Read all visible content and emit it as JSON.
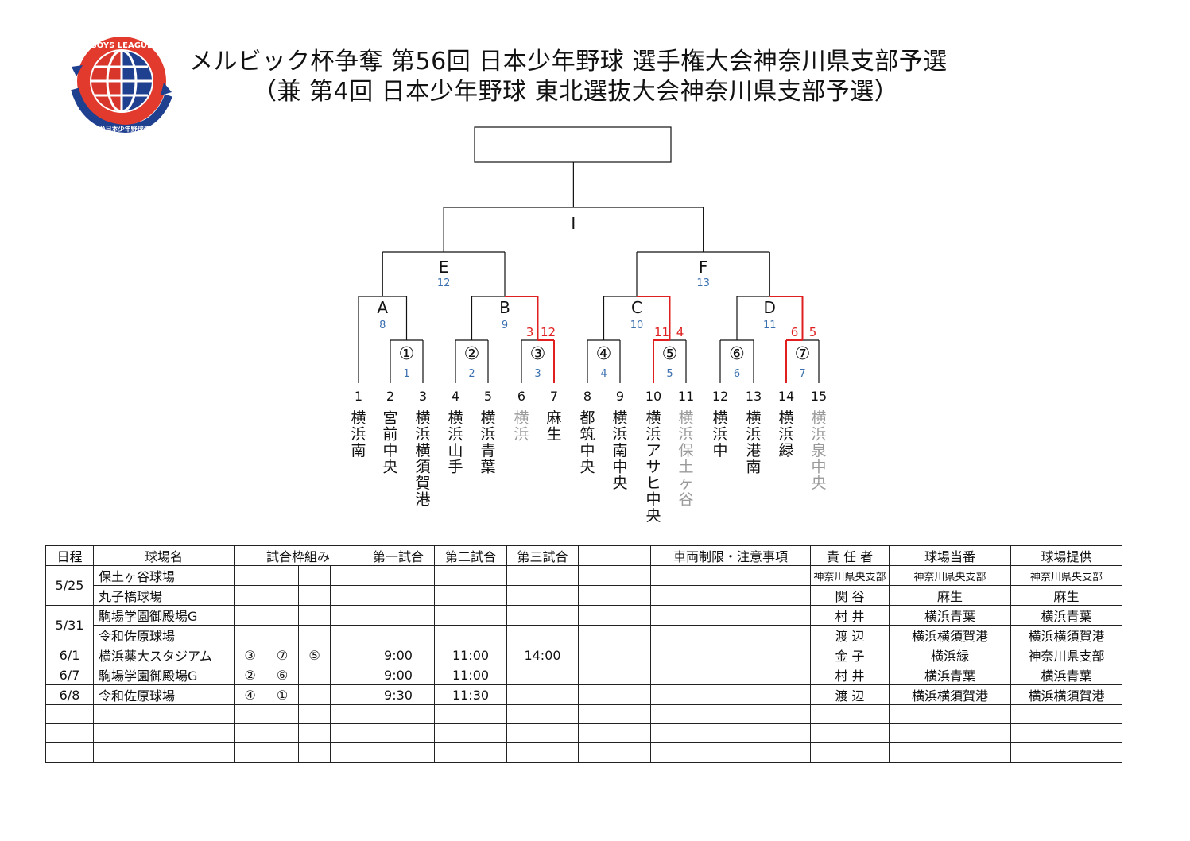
{
  "header": {
    "title_line1": "メルビック杯争奪 第56回 日本少年野球 選手権大会神奈川県支部予選",
    "title_line2": "（兼 第4回 日本少年野球 東北選抜大会神奈川県支部予選）",
    "logo_text_top": "BOYS LEAGUE",
    "logo_text_bottom": "(公財)日本少年野球連盟"
  },
  "colors": {
    "win_line": "#e02020",
    "sub_number": "#3a6fb0",
    "withdrawn": "#9a9a9a",
    "score_red": "#e02020"
  },
  "bracket": {
    "champion_box": "",
    "final_label": "I",
    "semis": [
      {
        "label": "E",
        "number": "12"
      },
      {
        "label": "F",
        "number": "13"
      }
    ],
    "quarters": [
      {
        "label": "A",
        "number": "8"
      },
      {
        "label": "B",
        "number": "9",
        "score_left": "3",
        "score_right": "12"
      },
      {
        "label": "C",
        "number": "10",
        "score_left": "11",
        "score_right": "4"
      },
      {
        "label": "D",
        "number": "11",
        "score_left": "6",
        "score_right": "5"
      }
    ],
    "first_round": [
      {
        "label": "①",
        "number": "1"
      },
      {
        "label": "②",
        "number": "2"
      },
      {
        "label": "③",
        "number": "3"
      },
      {
        "label": "④",
        "number": "4"
      },
      {
        "label": "⑤",
        "number": "5"
      },
      {
        "label": "⑥",
        "number": "6"
      },
      {
        "label": "⑦",
        "number": "7"
      }
    ],
    "teams": [
      {
        "seed": "1",
        "name": "横浜南",
        "withdrawn": false
      },
      {
        "seed": "2",
        "name": "宮前中央",
        "withdrawn": false
      },
      {
        "seed": "3",
        "name": "横浜横須賀港",
        "withdrawn": false
      },
      {
        "seed": "4",
        "name": "横浜山手",
        "withdrawn": false
      },
      {
        "seed": "5",
        "name": "横浜青葉",
        "withdrawn": false
      },
      {
        "seed": "6",
        "name": "横浜",
        "withdrawn": true
      },
      {
        "seed": "7",
        "name": "麻生",
        "withdrawn": false
      },
      {
        "seed": "8",
        "name": "都筑中央",
        "withdrawn": false
      },
      {
        "seed": "9",
        "name": "横浜南中央",
        "withdrawn": false
      },
      {
        "seed": "10",
        "name": "横浜アサヒ中央",
        "withdrawn": false
      },
      {
        "seed": "11",
        "name": "横浜保土ヶ谷",
        "withdrawn": true
      },
      {
        "seed": "12",
        "name": "横浜中",
        "withdrawn": false
      },
      {
        "seed": "13",
        "name": "横浜港南",
        "withdrawn": false
      },
      {
        "seed": "14",
        "name": "横浜緑",
        "withdrawn": false
      },
      {
        "seed": "15",
        "name": "横浜泉中央",
        "withdrawn": true
      }
    ]
  },
  "schedule": {
    "headers": {
      "date": "日程",
      "venue": "球場名",
      "matchups": "試合枠組み",
      "game1": "第一試合",
      "game2": "第二試合",
      "game3": "第三試合",
      "blank": "",
      "notes": "車両制限・注意事項",
      "responsible": "責 任 者",
      "duty": "球場当番",
      "provider": "球場提供"
    },
    "rows": [
      {
        "date": "5/25",
        "venue": "保土ヶ谷球場",
        "m1": "",
        "m2": "",
        "m3": "",
        "m4": "",
        "g1": "",
        "g2": "",
        "g3": "",
        "extra": "",
        "notes": "",
        "responsible": "神奈川県央支部",
        "duty": "神奈川県央支部",
        "provider": "神奈川県央支部"
      },
      {
        "venue": "丸子橋球場",
        "m1": "",
        "m2": "",
        "m3": "",
        "m4": "",
        "g1": "",
        "g2": "",
        "g3": "",
        "extra": "",
        "notes": "",
        "responsible": "関 谷",
        "duty": "麻生",
        "provider": "麻生"
      },
      {
        "date": "5/31",
        "venue": "駒場学園御殿場G",
        "m1": "",
        "m2": "",
        "m3": "",
        "m4": "",
        "g1": "",
        "g2": "",
        "g3": "",
        "extra": "",
        "notes": "",
        "responsible": "村 井",
        "duty": "横浜青葉",
        "provider": "横浜青葉"
      },
      {
        "venue": "令和佐原球場",
        "m1": "",
        "m2": "",
        "m3": "",
        "m4": "",
        "g1": "",
        "g2": "",
        "g3": "",
        "extra": "",
        "notes": "",
        "responsible": "渡 辺",
        "duty": "横浜横須賀港",
        "provider": "横浜横須賀港"
      },
      {
        "date": "6/1",
        "venue": "横浜薬大スタジアム",
        "m1": "③",
        "m2": "⑦",
        "m3": "⑤",
        "m4": "",
        "g1": "9:00",
        "g2": "11:00",
        "g3": "14:00",
        "extra": "",
        "notes": "",
        "responsible": "金 子",
        "duty": "横浜緑",
        "provider": "神奈川県支部"
      },
      {
        "date": "6/7",
        "venue": "駒場学園御殿場G",
        "m1": "②",
        "m2": "⑥",
        "m3": "",
        "m4": "",
        "g1": "9:00",
        "g2": "11:00",
        "g3": "",
        "extra": "",
        "notes": "",
        "responsible": "村 井",
        "duty": "横浜青葉",
        "provider": "横浜青葉"
      },
      {
        "date": "6/8",
        "venue": "令和佐原球場",
        "m1": "④",
        "m2": "①",
        "m3": "",
        "m4": "",
        "g1": "9:30",
        "g2": "11:30",
        "g3": "",
        "extra": "",
        "notes": "",
        "responsible": "渡 辺",
        "duty": "横浜横須賀港",
        "provider": "横浜横須賀港"
      },
      {
        "date": "",
        "venue": "",
        "m1": "",
        "m2": "",
        "m3": "",
        "m4": "",
        "g1": "",
        "g2": "",
        "g3": "",
        "extra": "",
        "notes": "",
        "responsible": "",
        "duty": "",
        "provider": ""
      },
      {
        "date": "",
        "venue": "",
        "m1": "",
        "m2": "",
        "m3": "",
        "m4": "",
        "g1": "",
        "g2": "",
        "g3": "",
        "extra": "",
        "notes": "",
        "responsible": "",
        "duty": "",
        "provider": ""
      },
      {
        "date": "",
        "venue": "",
        "m1": "",
        "m2": "",
        "m3": "",
        "m4": "",
        "g1": "",
        "g2": "",
        "g3": "",
        "extra": "",
        "notes": "",
        "responsible": "",
        "duty": "",
        "provider": ""
      }
    ]
  }
}
